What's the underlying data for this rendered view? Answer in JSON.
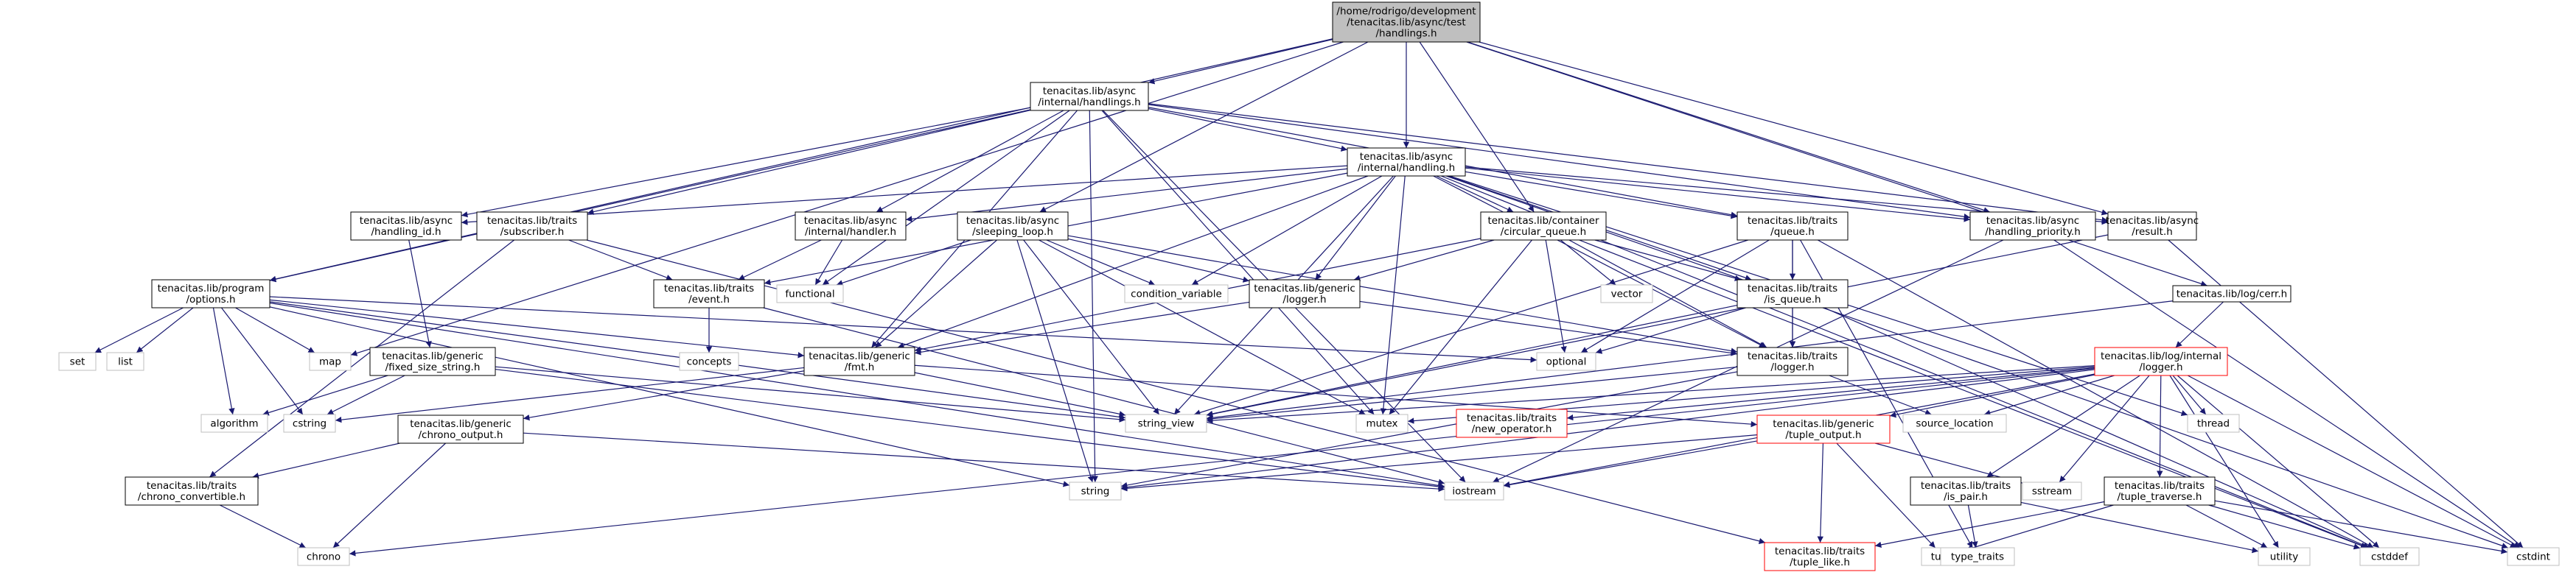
{
  "root": "/home/rodrigo/development\n/tenacitas.lib/async/test\n/handlings.h",
  "nodes": {
    "root": "/home/rodrigo/development\n/tenacitas.lib/async/test\n/handlings.h",
    "handlings_int": "tenacitas.lib/async\n/internal/handlings.h",
    "handling_int": "tenacitas.lib/async\n/internal/handling.h",
    "handling_id": "tenacitas.lib/async\n/handling_id.h",
    "subscriber": "tenacitas.lib/traits\n/subscriber.h",
    "handler": "tenacitas.lib/async\n/internal/handler.h",
    "sleeping_loop": "tenacitas.lib/async\n/sleeping_loop.h",
    "circular_queue": "tenacitas.lib/container\n/circular_queue.h",
    "queue": "tenacitas.lib/traits\n/queue.h",
    "handling_priority": "tenacitas.lib/async\n/handling_priority.h",
    "result": "tenacitas.lib/async\n/result.h",
    "options": "tenacitas.lib/program\n/options.h",
    "event": "tenacitas.lib/traits\n/event.h",
    "gen_logger": "tenacitas.lib/generic\n/logger.h",
    "is_queue": "tenacitas.lib/traits\n/is_queue.h",
    "cerr": "tenacitas.lib/log/cerr.h",
    "fixed_size_string": "tenacitas.lib/generic\n/fixed_size_string.h",
    "fmt": "tenacitas.lib/generic\n/fmt.h",
    "traits_logger": "tenacitas.lib/traits\n/logger.h",
    "log_internal_logger": "tenacitas.lib/log/internal\n/logger.h",
    "chrono_output": "tenacitas.lib/generic\n/chrono_output.h",
    "new_operator": "tenacitas.lib/traits\n/new_operator.h",
    "tuple_output": "tenacitas.lib/generic\n/tuple_output.h",
    "chrono_convertible": "tenacitas.lib/traits\n/chrono_convertible.h",
    "is_pair": "tenacitas.lib/traits\n/is_pair.h",
    "tuple_traverse": "tenacitas.lib/traits\n/tuple_traverse.h",
    "tuple_like": "tenacitas.lib/traits\n/tuple_like.h",
    "functional": "functional",
    "condition_variable": "condition_variable",
    "vector": "vector",
    "concepts": "concepts",
    "map": "map",
    "set": "set",
    "list": "list",
    "optional": "optional",
    "algorithm": "algorithm",
    "cstring": "cstring",
    "string_view": "string_view",
    "mutex": "mutex",
    "source_location": "source_location",
    "thread": "thread",
    "sstream": "sstream",
    "string": "string",
    "iostream": "iostream",
    "chrono": "chrono",
    "tuple": "tuple",
    "type_traits": "type_traits",
    "utility": "utility",
    "cstddef": "cstddef",
    "cstdint": "cstdint"
  },
  "colors": {
    "edge": "#191970",
    "root_fill": "#bfbfbf",
    "border_black": "#000000",
    "border_red": "#ff0000",
    "border_grey": "#bfbfbf"
  }
}
